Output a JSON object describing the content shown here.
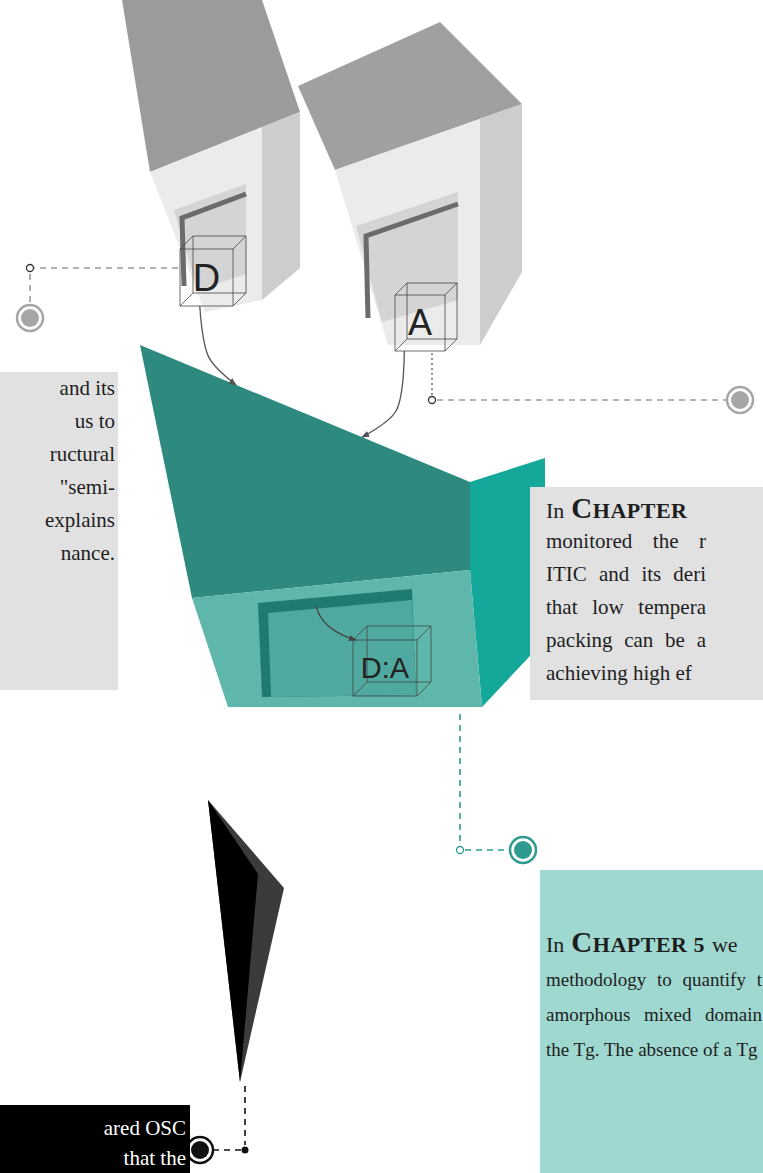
{
  "diagram": {
    "nodes": [
      {
        "text": [
          "D"
        ]
      },
      {
        "text": [
          "A"
        ]
      },
      {
        "text": [
          "D:A"
        ]
      },
      {
        "text": [
          "and its us to ructural \"semi- explains nance."
        ]
      },
      {
        "text": [
          "In",
          "CHAPTER",
          "monitored the r ITIC and its deri that low tempera packing can be a achieving high ef"
        ]
      },
      {
        "text": [
          "In",
          "CHAPTER 5",
          "we",
          "methodology to quantify t amorphous mixed domain the Tg. The absence of a Tg"
        ]
      },
      {
        "text": [
          "ared OSC that the"
        ]
      }
    ],
    "edges": [
      {
        "from": 0,
        "to": 2,
        "arrow": "to"
      },
      {
        "from": 1,
        "to": 2,
        "arrow": "to"
      }
    ]
  }
}
